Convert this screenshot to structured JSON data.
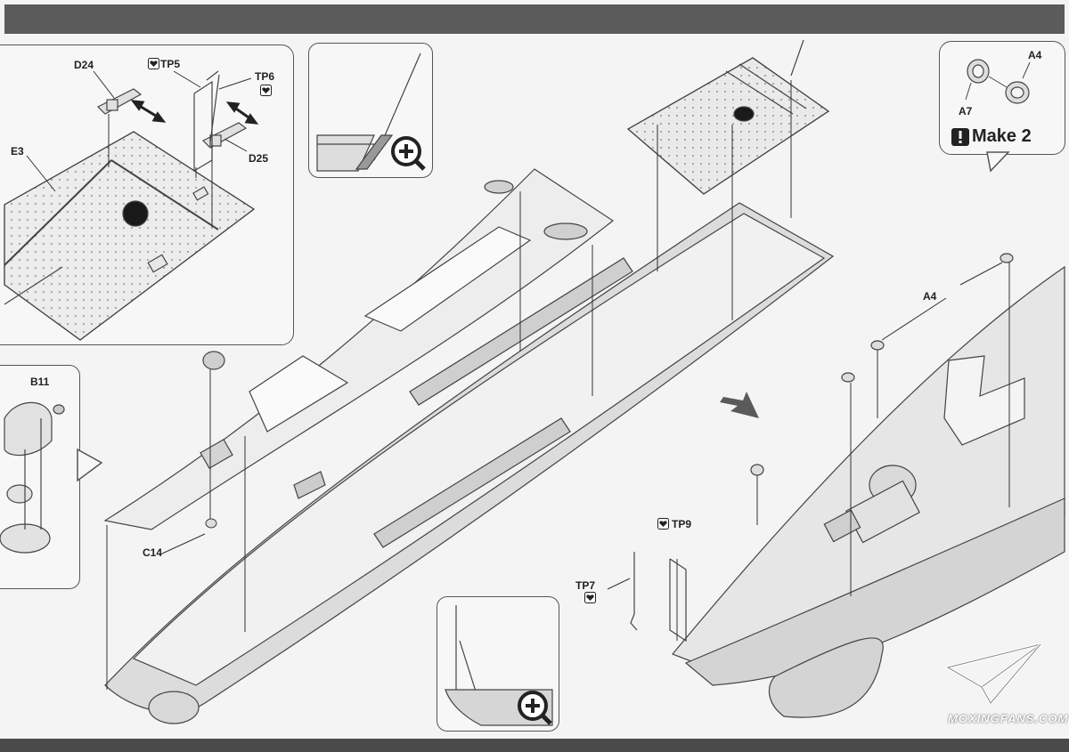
{
  "labels": {
    "d24": "D24",
    "tp5": "TP5",
    "tp6": "TP6",
    "e3": "E3",
    "d25": "D25",
    "a4_top": "A4",
    "a7": "A7",
    "make2": "Make 2",
    "b11": "B11",
    "c14": "C14",
    "a4_right": "A4",
    "tp9": "TP9",
    "tp7": "TP7"
  },
  "watermark": "MOXINGFANS.COM",
  "icons": [
    "heart-photo-etch-icon",
    "zoom-in-icon",
    "exclamation-icon",
    "arrow-down-right-icon",
    "paper-plane-logo-icon"
  ]
}
